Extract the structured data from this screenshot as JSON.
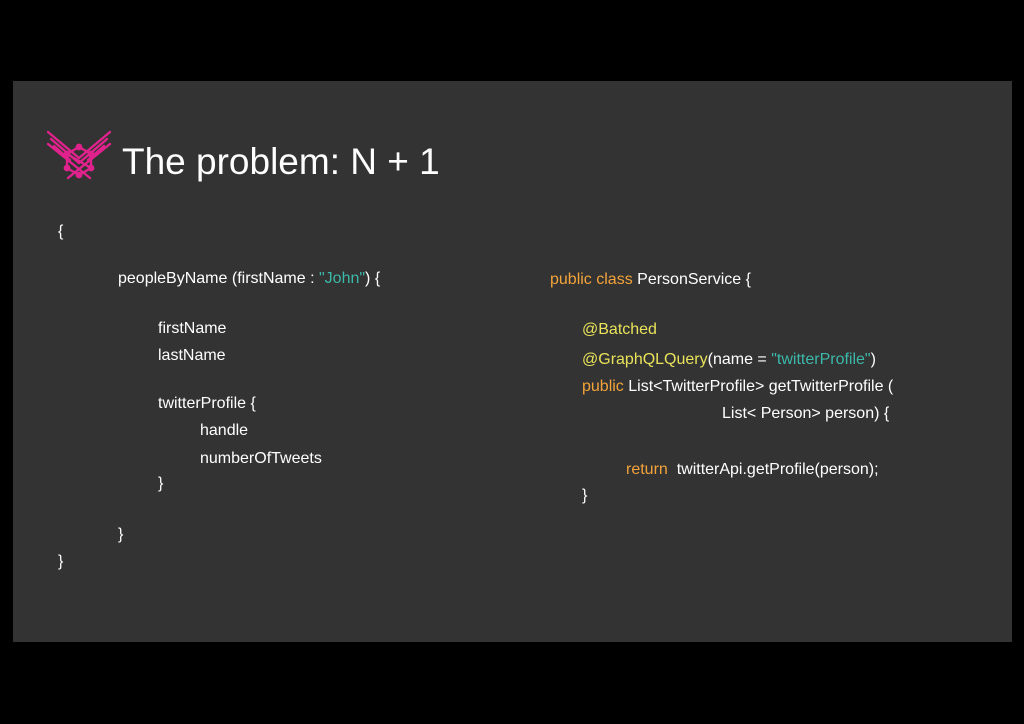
{
  "slide": {
    "title": "The problem: N + 1",
    "accent_color": "#e0228c",
    "logo_icon": "graphql-logo-icon"
  },
  "query": {
    "open_brace": "{",
    "field_name": "peopleByName",
    "args_open": "(firstName : ",
    "arg_value": "\"John\"",
    "args_close": ") {",
    "fields": [
      "firstName",
      "lastName"
    ],
    "nested_field": "twitterProfile {",
    "nested_fields": [
      "handle",
      "numberOfTweets"
    ],
    "nested_close": "}",
    "field_close": "}",
    "close_brace": "}"
  },
  "java": {
    "class_keywords": "public class",
    "class_name": " PersonService {",
    "annotation_batched": "@Batched",
    "annotation_graphql": "@GraphQLQuery",
    "annotation_args_open": "(name = ",
    "annotation_value": "\"twitterProfile\"",
    "annotation_args_close": ")",
    "method_keyword": "public",
    "method_signature": " List<TwitterProfile> getTwitterProfile (",
    "method_params": "List< Person> person) {",
    "return_keyword": "return",
    "return_expr": "  twitterApi.getProfile(person);",
    "method_close": "}"
  },
  "colors": {
    "background": "#333333",
    "string": "#3cb8a8",
    "keyword": "#f2a33a",
    "annotation": "#e8e35a",
    "text": "#ffffff"
  }
}
